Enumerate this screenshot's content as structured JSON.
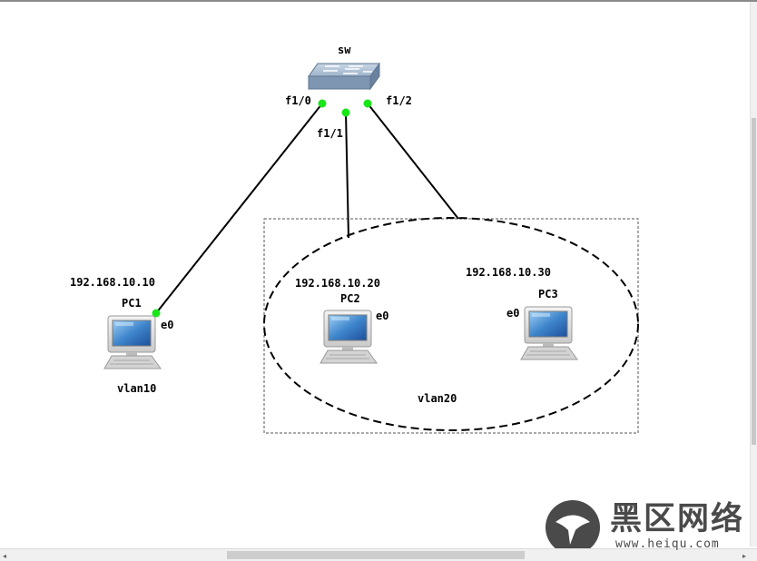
{
  "switch": {
    "name": "sw"
  },
  "ports": {
    "f10": "f1/0",
    "f11": "f1/1",
    "f12": "f1/2"
  },
  "pcs": [
    {
      "name": "PC1",
      "ip": "192.168.10.10",
      "iface": "e0"
    },
    {
      "name": "PC2",
      "ip": "192.168.10.20",
      "iface": "e0"
    },
    {
      "name": "PC3",
      "ip": "192.168.10.30",
      "iface": "e0"
    }
  ],
  "vlans": {
    "v10": "vlan10",
    "v20": "vlan20"
  },
  "watermark": {
    "text": "黑区网络",
    "url": "www.heiqu.com"
  },
  "colors": {
    "link": "#000000",
    "port_dot": "#19e619",
    "switch_body": "#7e96b2",
    "group_border": "#555555"
  },
  "icons": {
    "switch": "network-switch-icon",
    "pc": "desktop-computer-icon",
    "scroll_left": "◂",
    "scroll_right": "▸"
  }
}
